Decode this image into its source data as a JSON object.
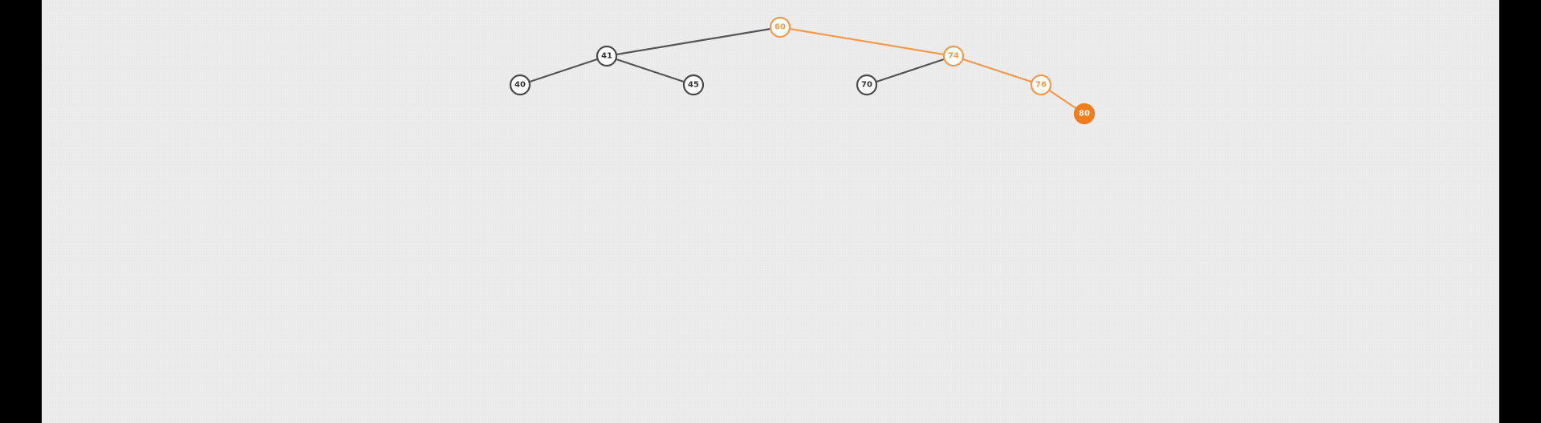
{
  "theme": {
    "default_stroke": "#4a4a4a",
    "default_fill": "#ffffff",
    "default_text": "#333333",
    "path_stroke": "#f39a4a",
    "path_text": "#f39a4a",
    "current_fill": "#f07d1e",
    "current_text": "#ffffff",
    "edge_default": "#555555",
    "edge_path": "#f39a4a"
  },
  "tree": {
    "nodes": [
      {
        "id": "n60",
        "label": "60",
        "state": "path"
      },
      {
        "id": "n41",
        "label": "41",
        "state": "default"
      },
      {
        "id": "n40",
        "label": "40",
        "state": "default"
      },
      {
        "id": "n45",
        "label": "45",
        "state": "default"
      },
      {
        "id": "n74",
        "label": "74",
        "state": "path"
      },
      {
        "id": "n70",
        "label": "70",
        "state": "default"
      },
      {
        "id": "n76",
        "label": "76",
        "state": "path"
      },
      {
        "id": "n80",
        "label": "80",
        "state": "current"
      }
    ],
    "edges": [
      {
        "from": "n60",
        "to": "n41",
        "state": "default"
      },
      {
        "from": "n41",
        "to": "n40",
        "state": "default"
      },
      {
        "from": "n41",
        "to": "n45",
        "state": "default"
      },
      {
        "from": "n60",
        "to": "n74",
        "state": "path"
      },
      {
        "from": "n74",
        "to": "n70",
        "state": "default"
      },
      {
        "from": "n74",
        "to": "n76",
        "state": "path"
      },
      {
        "from": "n76",
        "to": "n80",
        "state": "path"
      }
    ]
  }
}
